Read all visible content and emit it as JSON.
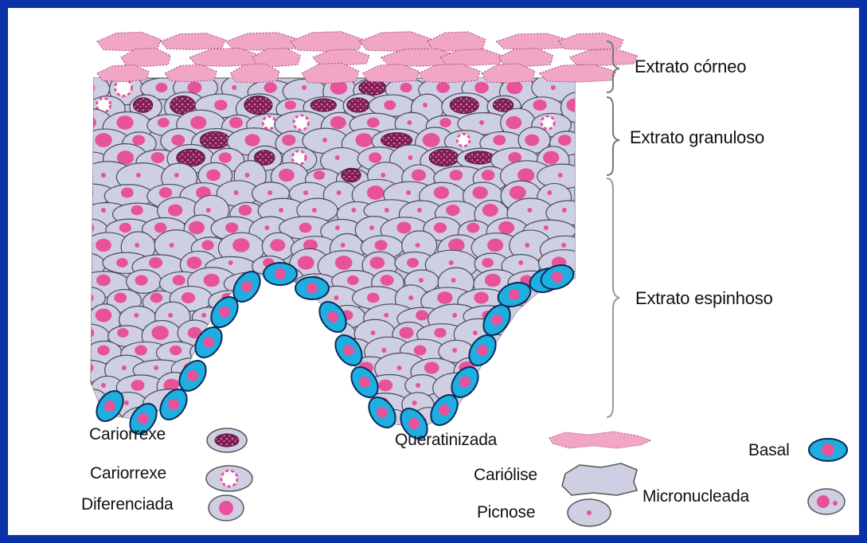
{
  "layers": {
    "corneo": "Extrato córneo",
    "granuloso": "Extrato granuloso",
    "espinhoso": "Extrato espinhoso"
  },
  "legend": {
    "cariorrexe_1": "Cariorrexe",
    "cariorrexe_2": "Cariorrexe",
    "diferenciada": "Diferenciada",
    "queratinizada": "Queratinizada",
    "cariolise": "Cariólise",
    "picnose": "Picnose",
    "basal": "Basal",
    "micronucleada": "Micronucleada"
  },
  "colors": {
    "frame": "#0a31a8",
    "cell_fill": "#cfcfe4",
    "nucleus": "#e8529a",
    "keratin": "#f2a6c6",
    "basal_fill": "#1eaee0",
    "dark_nucleus": "#7a1f52"
  }
}
